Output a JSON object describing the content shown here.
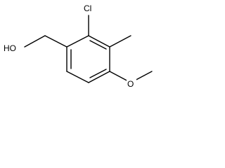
{
  "molecule": {
    "labels": {
      "hydroxyl": "HO",
      "chloro": "Cl",
      "methoxy_oxygen": "O"
    }
  }
}
